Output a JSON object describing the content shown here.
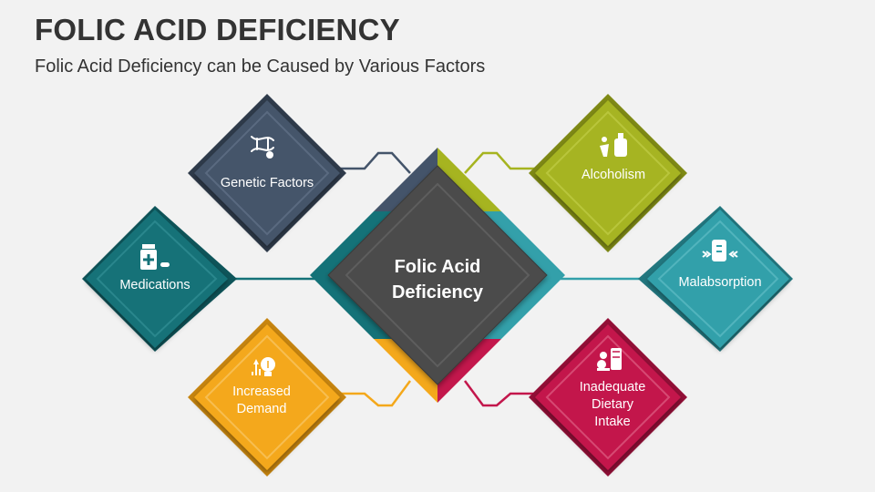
{
  "title": "FOLIC ACID DEFICIENCY",
  "subtitle": "Folic Acid Deficiency can be Caused by Various Factors",
  "center": {
    "lines": [
      "Folic Acid",
      "Deficiency"
    ],
    "color": "#4b4b4b"
  },
  "factors": [
    {
      "id": "genetic",
      "lines": [
        "Genetic Factors"
      ],
      "color": "#44546a",
      "icon": "dna-icon"
    },
    {
      "id": "alcoholism",
      "lines": [
        "Alcoholism"
      ],
      "color": "#a6b420",
      "icon": "alcohol-bottle-icon"
    },
    {
      "id": "medications",
      "lines": [
        "Medications"
      ],
      "color": "#147278",
      "icon": "medicine-bottle-icon"
    },
    {
      "id": "malabsorption",
      "lines": [
        "Malabsorption"
      ],
      "color": "#33a0aa",
      "icon": "intestine-icon"
    },
    {
      "id": "demand",
      "lines": [
        "Increased",
        "Demand"
      ],
      "color": "#f4a81b",
      "icon": "lightbulb-growth-icon"
    },
    {
      "id": "dietary",
      "lines": [
        "Inadequate",
        "Dietary",
        "Intake"
      ],
      "color": "#c3174c",
      "icon": "food-icon"
    }
  ]
}
